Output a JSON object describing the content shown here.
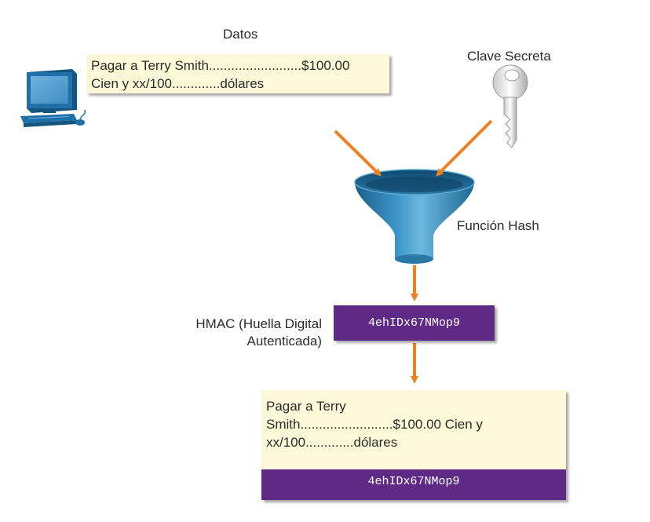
{
  "labels": {
    "datos": "Datos",
    "clave_secreta": "Clave Secreta",
    "funcion_hash": "Función Hash",
    "hmac_line1": "HMAC (Huella Digital",
    "hmac_line2": "Autenticada)"
  },
  "data_note": {
    "line1": "Pagar a Terry Smith.........................$100.00",
    "line2": "Cien y xx/100.............dólares"
  },
  "hmac_value": "4ehIDx67NMop9",
  "output_note": {
    "line1": "Pagar a Terry",
    "line2": "Smith.........................$100.00 Cien y",
    "line3": "xx/100.............dólares",
    "hmac_value": "4ehIDx67NMop9"
  },
  "colors": {
    "arrow": "#f07f22",
    "note_bg": "#fdf8d7",
    "hmac_bg": "#5e2a86",
    "funnel": "#2f7fb0",
    "computer": "#1f6fa8"
  },
  "icons": [
    "computer-icon",
    "key-icon",
    "funnel-icon"
  ]
}
